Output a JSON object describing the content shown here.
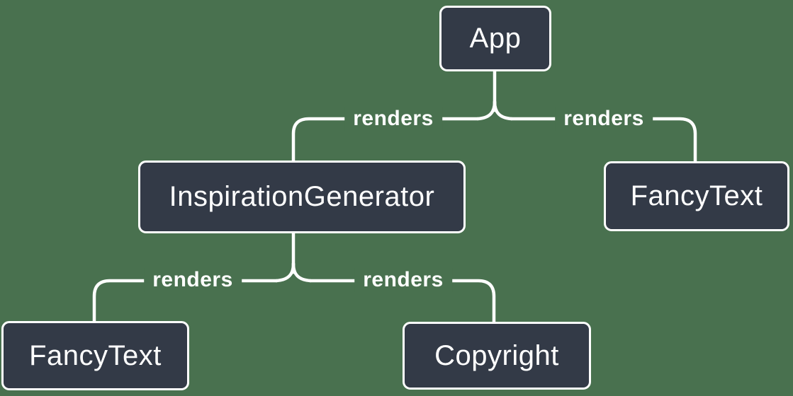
{
  "diagram": {
    "kind": "component-render-tree",
    "description": "Tree diagram of React components connected by lines labeled renders"
  },
  "colors": {
    "background": "#49714F",
    "node_fill": "#333A47",
    "node_border": "#FFFFFF",
    "node_text": "#FFFFFF",
    "line": "#FFFFFF",
    "edge_label_text": "#FFFFFF"
  },
  "nodes": [
    {
      "id": "app",
      "label": "App"
    },
    {
      "id": "inspiration-generator",
      "label": "InspirationGenerator"
    },
    {
      "id": "fancy-text-top",
      "label": "FancyText"
    },
    {
      "id": "fancy-text-bottom",
      "label": "FancyText"
    },
    {
      "id": "copyright",
      "label": "Copyright"
    }
  ],
  "edges": [
    {
      "from": "App",
      "to": "InspirationGenerator",
      "label": "renders"
    },
    {
      "from": "App",
      "to": "FancyText",
      "label": "renders"
    },
    {
      "from": "InspirationGenerator",
      "to": "FancyText",
      "label": "renders"
    },
    {
      "from": "InspirationGenerator",
      "to": "Copyright",
      "label": "renders"
    }
  ]
}
